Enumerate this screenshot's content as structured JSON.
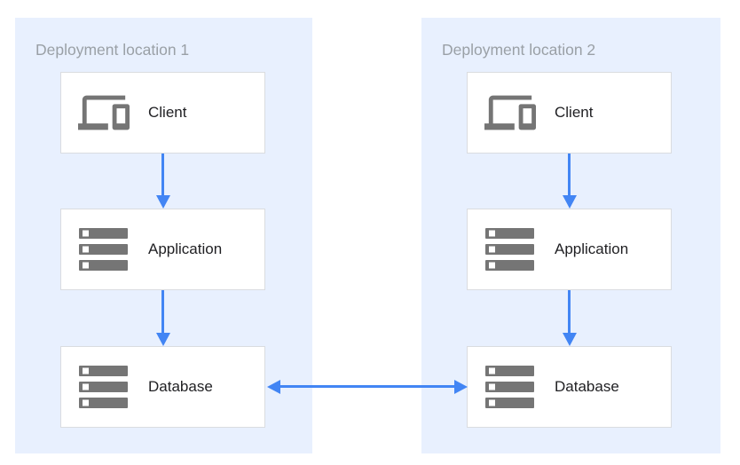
{
  "diagram": {
    "type": "architecture-diagram",
    "colors": {
      "panel_bg": "#E8F0FE",
      "arrow": "#4285F4",
      "icon": "#757575",
      "box_border": "#DADCE0",
      "title_text": "#9AA0A6",
      "label_text": "#212124"
    },
    "panels": [
      {
        "title": "Deployment location 1",
        "nodes": [
          {
            "label": "Client",
            "icon": "devices-icon"
          },
          {
            "label": "Application",
            "icon": "server-stack-icon"
          },
          {
            "label": "Database",
            "icon": "server-stack-icon"
          }
        ]
      },
      {
        "title": "Deployment location 2",
        "nodes": [
          {
            "label": "Client",
            "icon": "devices-icon"
          },
          {
            "label": "Application",
            "icon": "server-stack-icon"
          },
          {
            "label": "Database",
            "icon": "server-stack-icon"
          }
        ]
      }
    ],
    "edges": [
      {
        "from": "client-location-1",
        "to": "application-location-1",
        "direction": "down"
      },
      {
        "from": "application-location-1",
        "to": "database-location-1",
        "direction": "down"
      },
      {
        "from": "client-location-2",
        "to": "application-location-2",
        "direction": "down"
      },
      {
        "from": "application-location-2",
        "to": "database-location-2",
        "direction": "down"
      },
      {
        "from": "database-location-1",
        "to": "database-location-2",
        "direction": "bidirectional"
      }
    ]
  }
}
